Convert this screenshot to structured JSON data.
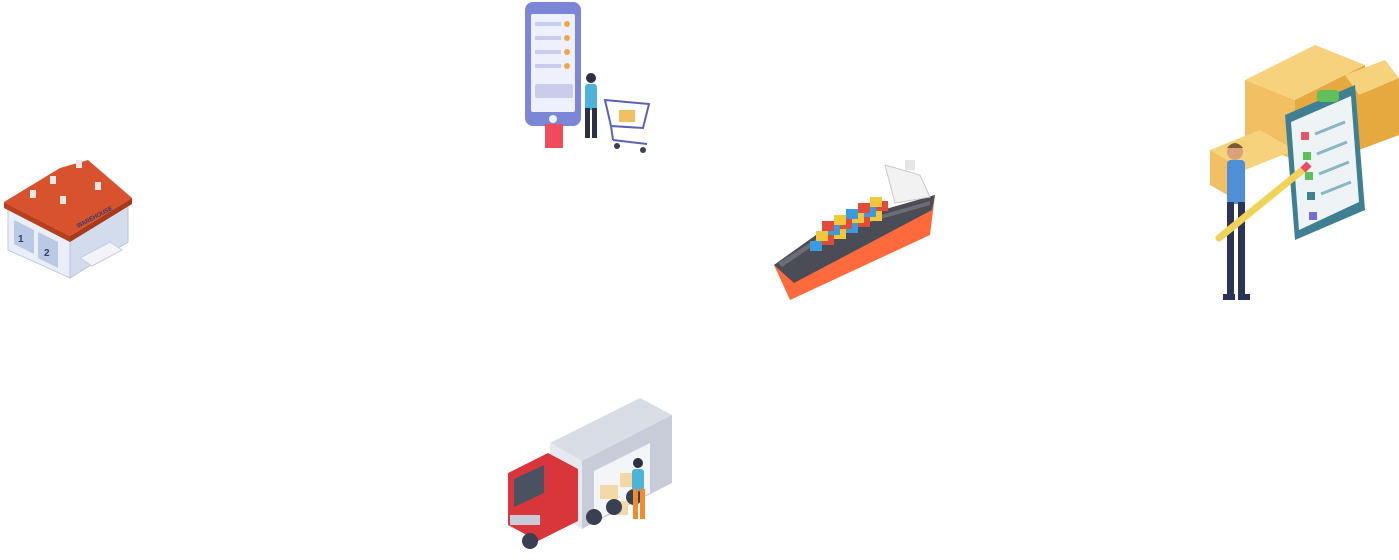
{
  "warehouse": {
    "sign": "WAREHOUSE",
    "door1": "1",
    "door2": "2"
  },
  "colors": {
    "roof": "#d9522e",
    "wall": "#e9eef7",
    "phone": "#7b86d6",
    "ship_hull": "#ff6a3d",
    "truck_cab": "#d8363a",
    "box": "#f2c062",
    "clipboard": "#3f7f92"
  },
  "icons": [
    "warehouse",
    "mobile-shopping",
    "cargo-ship",
    "delivery-truck",
    "inventory-checklist"
  ]
}
